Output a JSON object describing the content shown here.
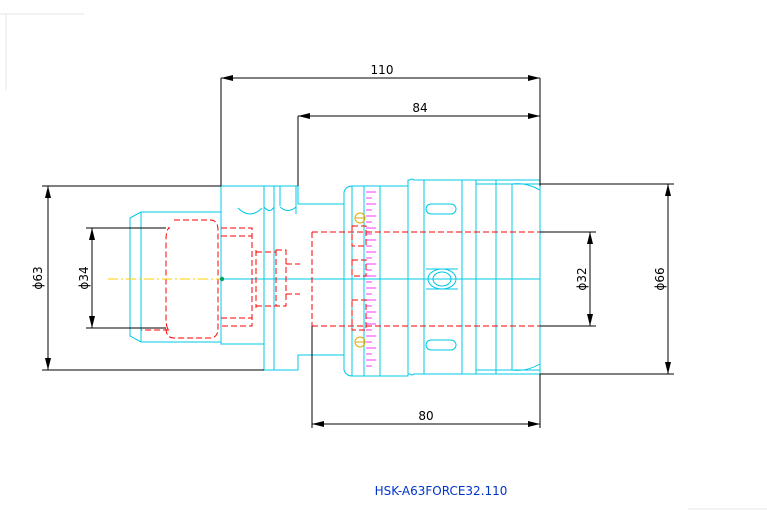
{
  "drawing": {
    "dimensions": {
      "overall_length": "110",
      "collet_length": "84",
      "clamp_length": "80",
      "shank_diameter": "ϕ63",
      "taper_diameter": "ϕ34",
      "bore_diameter": "ϕ32",
      "body_diameter": "ϕ66"
    },
    "title": "HSK-A63FORCE32.110",
    "colors": {
      "outline": "#00c8e6",
      "hidden": "#ff0000",
      "centerline": "#ffcc00",
      "dimension": "#000000",
      "title": "#0033cc",
      "scale": "#ff33ff"
    }
  }
}
